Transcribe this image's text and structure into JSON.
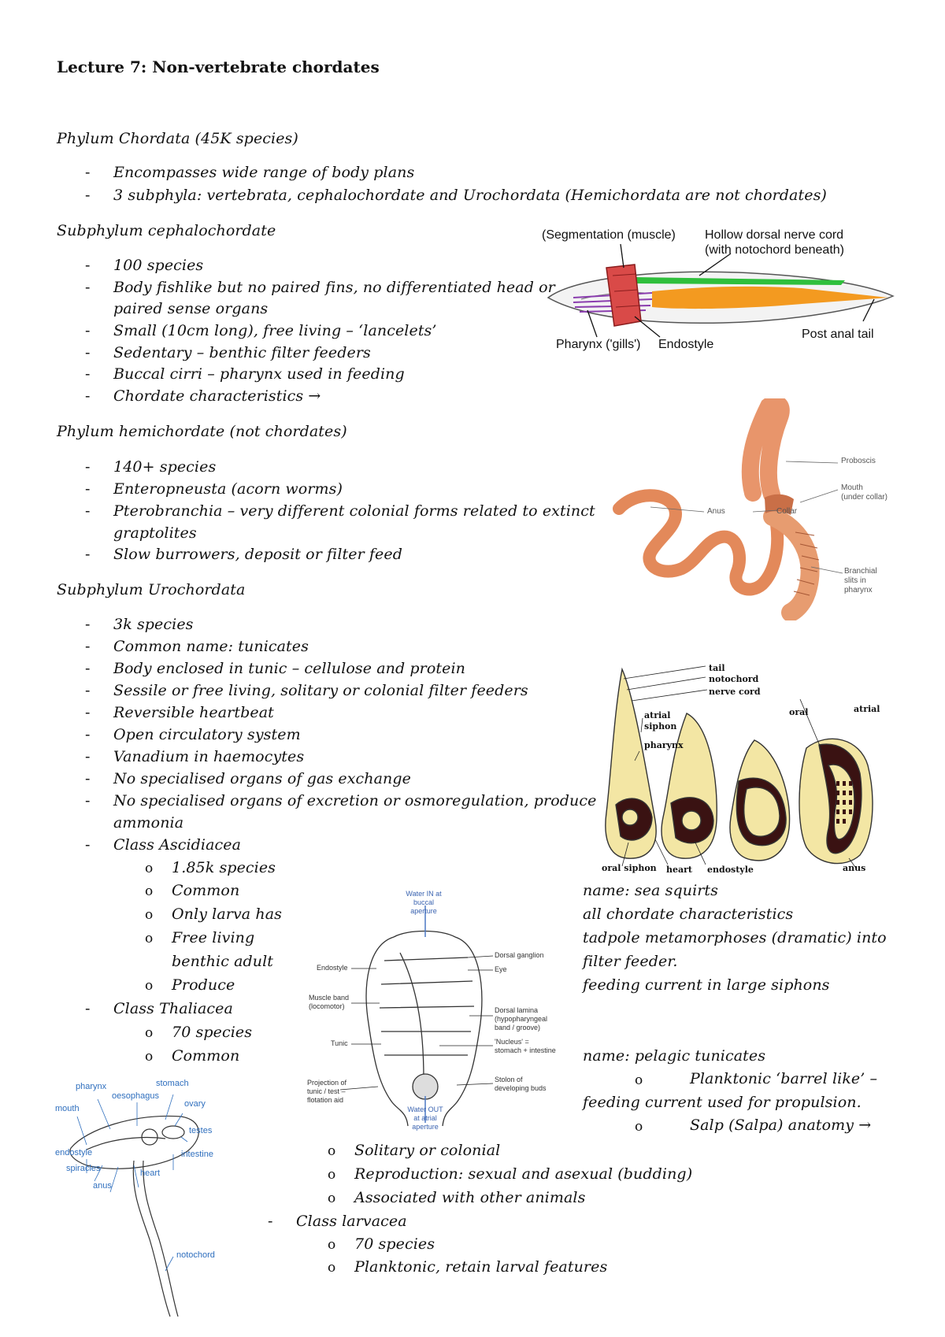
{
  "title": "Lecture 7: Non-vertebrate chordates",
  "chordata": {
    "heading": "Phylum Chordata (45K species)",
    "items": [
      "Encompasses wide range of body plans",
      "3 subphyla: vertebrata, cephalochordate and Urochordata (Hemichordata are not chordates)"
    ]
  },
  "cephalo": {
    "heading": "Subphylum cephalochordate",
    "items": [
      "100 species",
      "Body fishlike but no paired fins, no differentiated head or",
      "paired sense organs",
      "Small (10cm long), free living – ‘lancelets’",
      "Sedentary – benthic filter feeders",
      "Buccal cirri – pharynx used in feeding",
      "Chordate characteristics →"
    ],
    "figure": {
      "label_segmentation": "(Segmentation (muscle)",
      "label_nerve_1": "Hollow dorsal nerve cord",
      "label_nerve_2": "(with notochord beneath)",
      "label_pharynx": "Pharynx ('gills')",
      "label_endostyle": "Endostyle",
      "label_tail": "Post anal tail"
    }
  },
  "hemi": {
    "heading": "Phylum hemichordate (not chordates)",
    "items": [
      "140+ species",
      "Enteropneusta (acorn worms)",
      "Pterobranchia – very different colonial forms related to extinct",
      "graptolites",
      "Slow burrowers, deposit or filter feed"
    ],
    "figure": {
      "proboscis": "Proboscis",
      "mouth_1": "Mouth",
      "mouth_2": "(under collar)",
      "anus": "Anus",
      "collar": "Collar",
      "branchial_1": "Branchial",
      "branchial_2": "slits in",
      "branchial_3": "pharynx"
    }
  },
  "uro": {
    "heading": "Subphylum Urochordata",
    "items": [
      "3k species",
      "Common name: tunicates",
      "Body enclosed in tunic – cellulose and protein",
      "Sessile or free living, solitary or colonial filter feeders",
      "Reversible heartbeat",
      "Open circulatory system",
      "Vanadium in haemocytes",
      "No specialised organs of gas exchange",
      "No specialised organs of excretion or osmoregulation, produce",
      "ammonia",
      "Class Ascidiacea"
    ],
    "ascidiacea": [
      "1.85k species",
      "Common",
      "Only larva has",
      "Free living",
      "benthic adult",
      "Produce"
    ],
    "ascidiacea_right": [
      "name: sea squirts",
      "all chordate characteristics",
      "tadpole metamorphoses (dramatic) into",
      "filter feeder.",
      "feeding current in large siphons"
    ],
    "thaliacea_heading": "Class Thaliacea",
    "thaliacea": [
      "70 species",
      "Common"
    ],
    "thaliacea_right": [
      "name: pelagic tunicates",
      "Planktonic ‘barrel like’ –",
      "feeding current used for propulsion.",
      "Salp (Salpa) anatomy →"
    ],
    "thaliacea_more": [
      "Solitary or colonial",
      "Reproduction: sexual and asexual (budding)",
      "Associated with other animals"
    ],
    "larvacea_heading": "Class larvacea",
    "larvacea": [
      "70 species",
      "Planktonic, retain larval features"
    ],
    "ascid_figure": {
      "tail": "tail",
      "notochord": "notochord",
      "nerve_cord": "nerve cord",
      "atrial_siphon_1": "atrial",
      "atrial_siphon_2": "siphon",
      "pharynx": "pharynx",
      "oral": "oral",
      "atrial": "atrial",
      "oral_siphon": "oral siphon",
      "heart": "heart",
      "endostyle": "endostyle",
      "anus": "anus"
    },
    "salp_figure": {
      "water_in_1": "Water IN at",
      "water_in_2": "buccal",
      "water_in_3": "aperture",
      "endostyle": "Endostyle",
      "muscle_1": "Muscle band",
      "muscle_2": "(locomotor)",
      "tunic": "Tunic",
      "projection_1": "Projection of",
      "projection_2": "tunic / test –",
      "projection_3": "flotation aid",
      "water_out_1": "Water OUT",
      "water_out_2": "at atrial",
      "water_out_3": "aperture",
      "dorsal_ganglion": "Dorsal ganglion",
      "eye": "Eye",
      "dorsal_lamina_1": "Dorsal lamina",
      "dorsal_lamina_2": "(hypopharyngeal",
      "dorsal_lamina_3": "band / groove)",
      "nucleus_1": "'Nucleus' =",
      "nucleus_2": "stomach + intestine",
      "stolon_1": "Stolon of",
      "stolon_2": "developing buds"
    },
    "larv_figure": {
      "pharynx": "pharynx",
      "oesophagus": "oesophagus",
      "stomach": "stomach",
      "mouth": "mouth",
      "ovary": "ovary",
      "testes": "testes",
      "endostyle": "endostyle",
      "intestine": "intestine",
      "spiracles": "spiracles",
      "heart": "heart",
      "anus": "anus",
      "notochord": "notochord"
    }
  }
}
